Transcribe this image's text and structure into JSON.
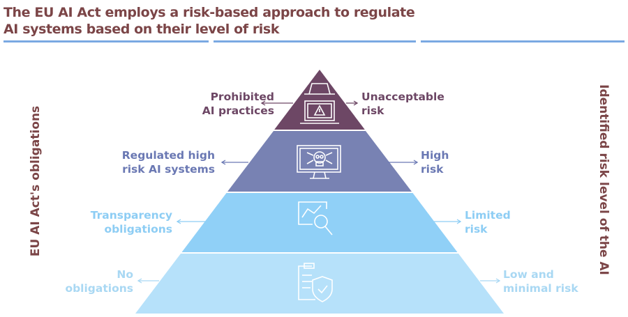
{
  "title": "The EU AI Act employs a risk-based approach to regulate AI systems based on their level of risk",
  "left_axis_label": "EU AI Act's obligations",
  "right_axis_label": "Identified risk level of the AI",
  "tiers": [
    {
      "obligation": [
        "Prohibited",
        "AI practices"
      ],
      "risk": [
        "Unacceptable",
        "risk"
      ],
      "icon": "spy-laptop-warning-icon",
      "color": "#6d4765",
      "text_color": "#6d4765"
    },
    {
      "obligation": [
        "Regulated high",
        "risk AI systems"
      ],
      "risk": [
        "High",
        "risk"
      ],
      "icon": "monitor-skull-icon",
      "color": "#7882b3",
      "text_color": "#6a78b3"
    },
    {
      "obligation": [
        "Transparency",
        "obligations"
      ],
      "risk": [
        "Limited",
        "risk"
      ],
      "icon": "chart-magnifier-icon",
      "color": "#90d0f7",
      "text_color": "#8dcdf4"
    },
    {
      "obligation": [
        "No",
        "obligations"
      ],
      "risk": [
        "Low and",
        "minimal risk"
      ],
      "icon": "clipboard-shield-icon",
      "color": "#b6e1fa",
      "text_color": "#a9d8f3"
    }
  ],
  "rule_color": "#7aa9e2",
  "title_color": "#7b4547"
}
